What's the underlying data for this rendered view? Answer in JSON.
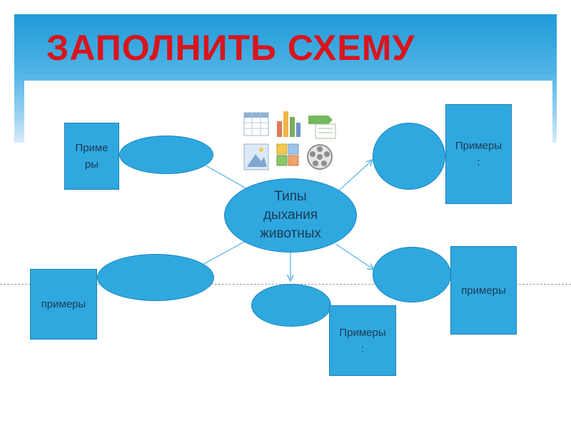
{
  "slide": {
    "title": "ЗАПОЛНИТЬ СХЕМУ"
  },
  "diagram": {
    "center_label": "Типы\nдыхания\nживотных",
    "example_boxes": [
      "Приме\nры",
      "Примеры\n:",
      "примеры",
      "примеры",
      "Примеры\n:"
    ]
  },
  "colors": {
    "shape_fill": "#2fa8e0",
    "title_red": "#d9141c",
    "arrow_line": "#6fc0e8"
  },
  "icons": [
    "table-icon",
    "bar-chart-icon",
    "smartart-icon",
    "picture-icon",
    "clip-art-icon",
    "media-icon"
  ]
}
